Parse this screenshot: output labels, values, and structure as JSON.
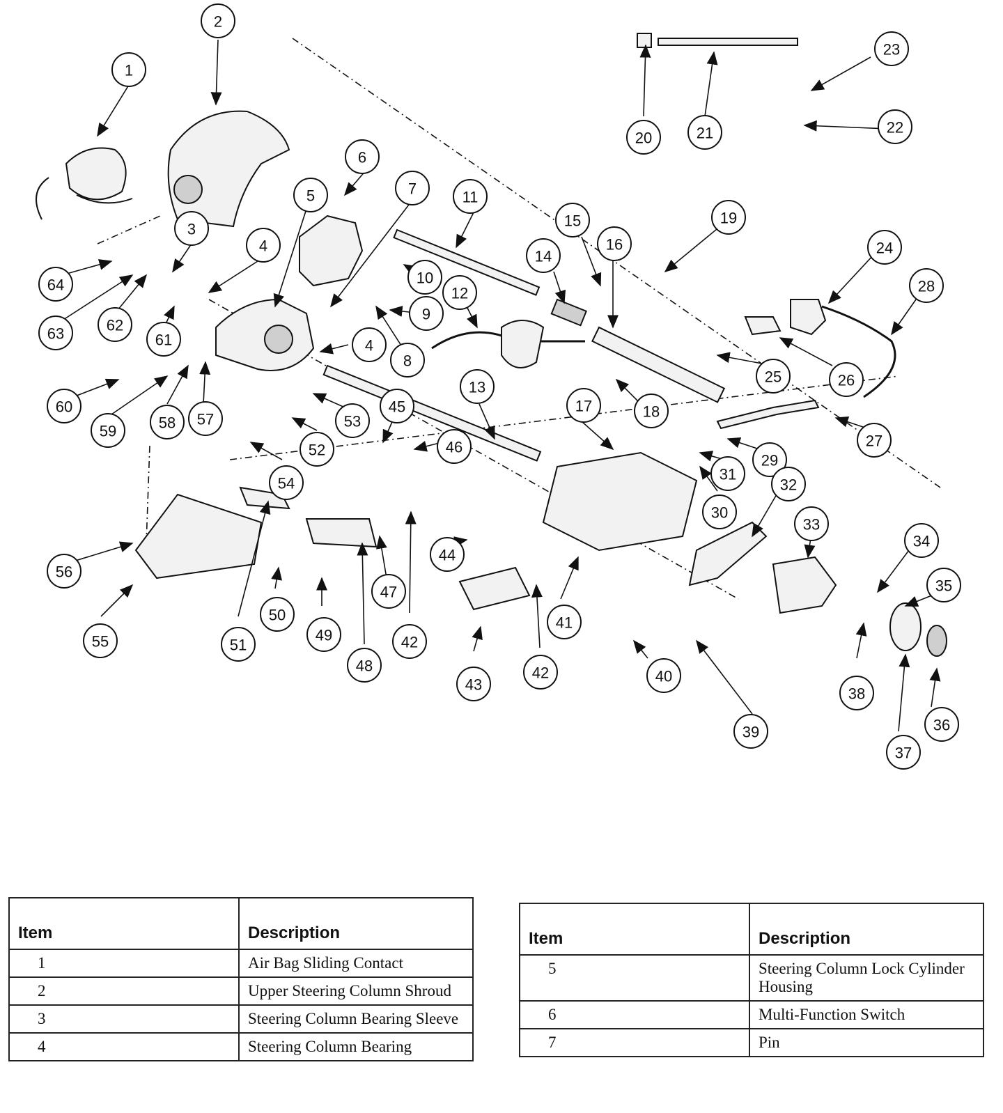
{
  "diagram": {
    "callouts": [
      "1",
      "2",
      "3",
      "4",
      "4",
      "5",
      "6",
      "7",
      "8",
      "9",
      "10",
      "11",
      "12",
      "13",
      "14",
      "15",
      "16",
      "17",
      "18",
      "19",
      "20",
      "21",
      "22",
      "23",
      "24",
      "25",
      "26",
      "27",
      "28",
      "29",
      "30",
      "31",
      "32",
      "33",
      "34",
      "35",
      "36",
      "37",
      "38",
      "39",
      "40",
      "41",
      "42",
      "42",
      "43",
      "44",
      "45",
      "46",
      "47",
      "48",
      "49",
      "50",
      "51",
      "52",
      "53",
      "54",
      "55",
      "56",
      "57",
      "58",
      "59",
      "60",
      "61",
      "62",
      "63",
      "64"
    ]
  },
  "legend_left": {
    "headers": {
      "item": "Item",
      "description": "Description"
    },
    "rows": [
      {
        "item": "1",
        "description": "Air Bag Sliding Contact"
      },
      {
        "item": "2",
        "description": "Upper Steering Column Shroud"
      },
      {
        "item": "3",
        "description": "Steering Column Bearing Sleeve"
      },
      {
        "item": "4",
        "description": "Steering Column Bearing"
      }
    ]
  },
  "legend_right": {
    "headers": {
      "item": "Item",
      "description": "Description"
    },
    "rows": [
      {
        "item": "5",
        "description": "Steering Column Lock Cylinder Housing"
      },
      {
        "item": "6",
        "description": "Multi-Function Switch"
      },
      {
        "item": "7",
        "description": "Pin"
      }
    ]
  }
}
